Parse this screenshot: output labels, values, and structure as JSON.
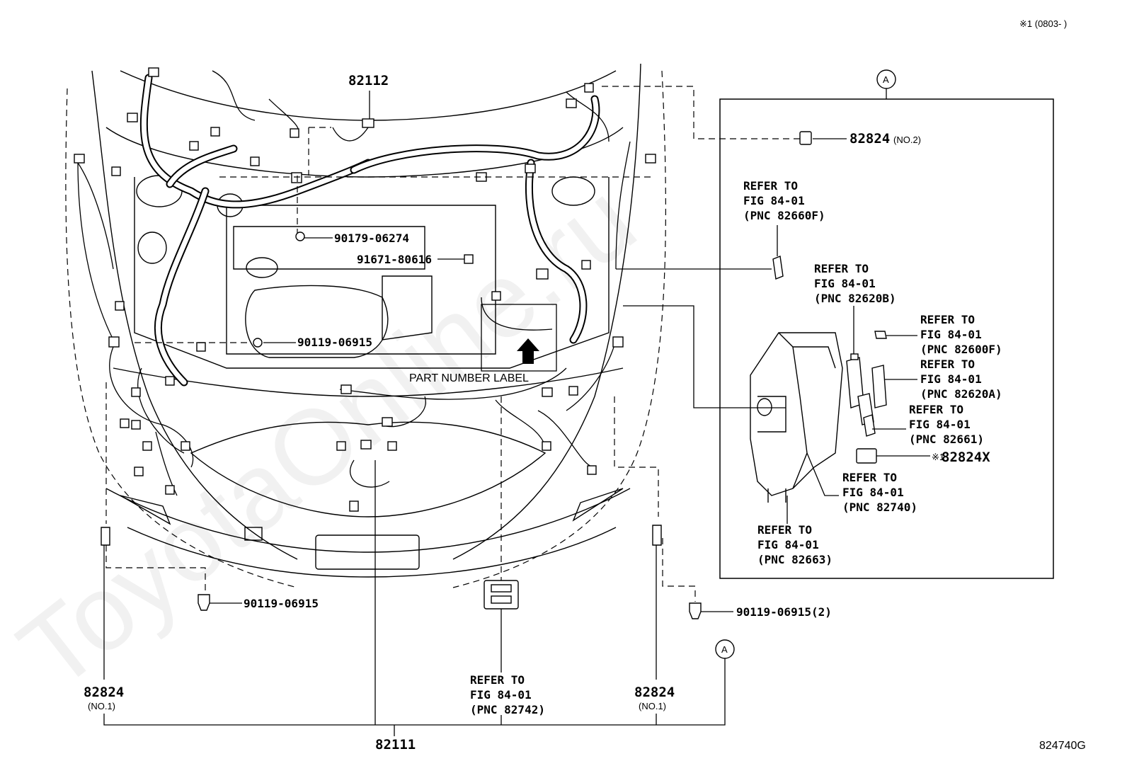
{
  "header": {
    "note": "※1 (0803-        )"
  },
  "watermark": "ToyotaOnline.ru",
  "footer": {
    "illustration_code": "824740G"
  },
  "callout": {
    "circle_letter": "A"
  },
  "labels": {
    "p82112": "82112",
    "p90179": "90179-06274",
    "p91671": "91671-80616",
    "p90119_upper": "90119-06915",
    "part_number_label": "PART NUMBER LABEL",
    "p90119_left": "90119-06915",
    "p90119_right": "90119-06915(2)",
    "p82824_left": "82824",
    "p82824_left_sub": "(NO.1)",
    "p82824_right": "82824",
    "p82824_right_sub": "(NO.1)",
    "p82111": "82111",
    "refer_82742": [
      "REFER TO",
      "FIG 84-01",
      "(PNC 82742)"
    ]
  },
  "detail_box": {
    "p82824_no2": "82824",
    "p82824_no2_sub": "(NO.2)",
    "p82824x_mark": "※1",
    "p82824x": "82824X",
    "refer_82660F": [
      "REFER TO",
      "FIG 84-01",
      "(PNC 82660F)"
    ],
    "refer_82620B": [
      "REFER TO",
      "FIG 84-01",
      "(PNC 82620B)"
    ],
    "refer_82600F": [
      "REFER TO",
      "FIG 84-01",
      "(PNC 82600F)"
    ],
    "refer_82620A": [
      "REFER TO",
      "FIG 84-01",
      "(PNC 82620A)"
    ],
    "refer_82661": [
      "REFER TO",
      "FIG 84-01",
      "(PNC 82661)"
    ],
    "refer_82740": [
      "REFER TO",
      "FIG 84-01",
      "(PNC 82740)"
    ],
    "refer_82663": [
      "REFER TO",
      "FIG 84-01",
      "(PNC 82663)"
    ]
  }
}
